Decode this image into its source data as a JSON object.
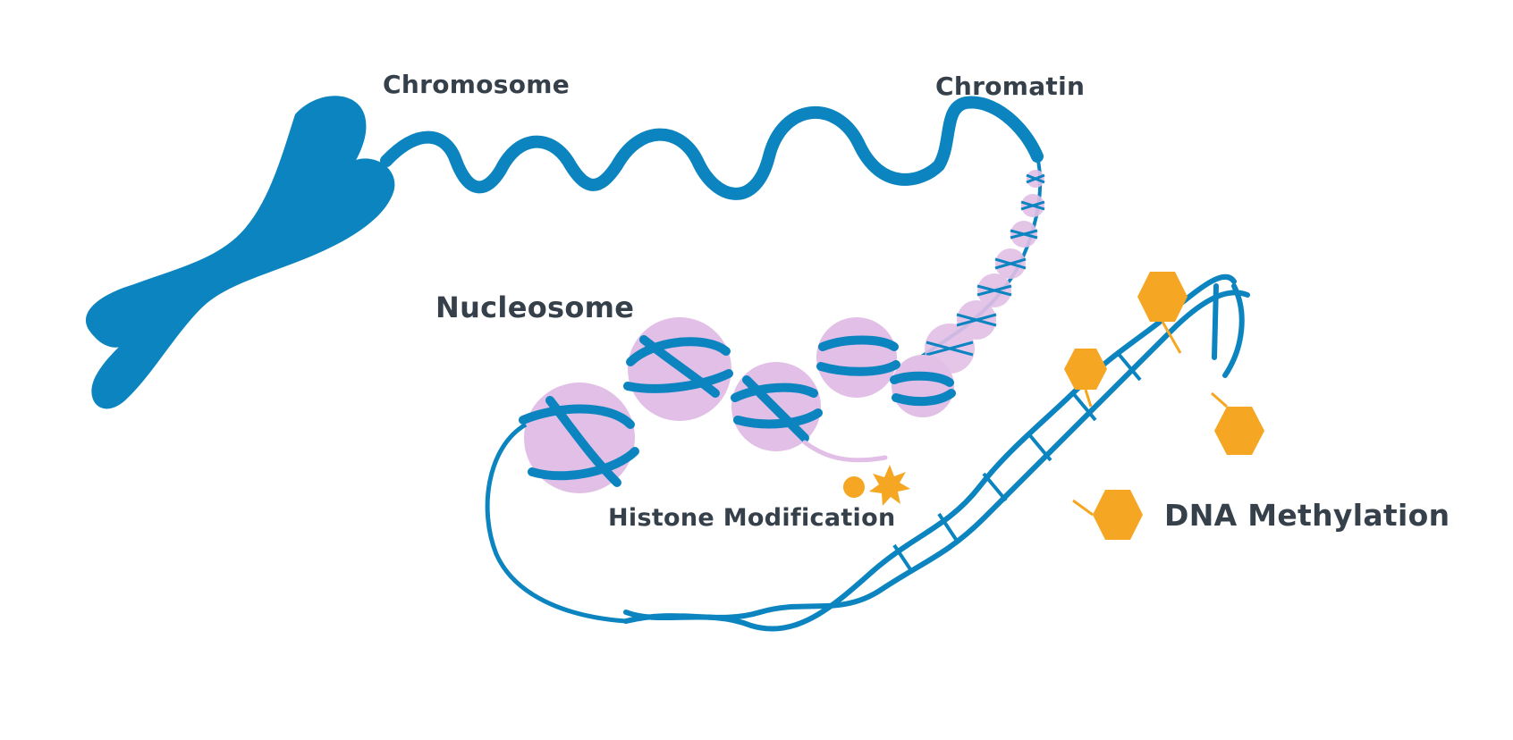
{
  "labels": {
    "chromosome": "Chromosome",
    "chromatin": "Chromatin",
    "nucleosome": "Nucleosome",
    "histone_modification": "Histone Modification",
    "dna_methylation": "DNA Methylation"
  },
  "colors": {
    "dna_blue": "#0b84c0",
    "histone_purple": "#e2bfe6",
    "methyl_orange": "#f5a623",
    "label_text": "#36404a",
    "background": "#ffffff"
  }
}
